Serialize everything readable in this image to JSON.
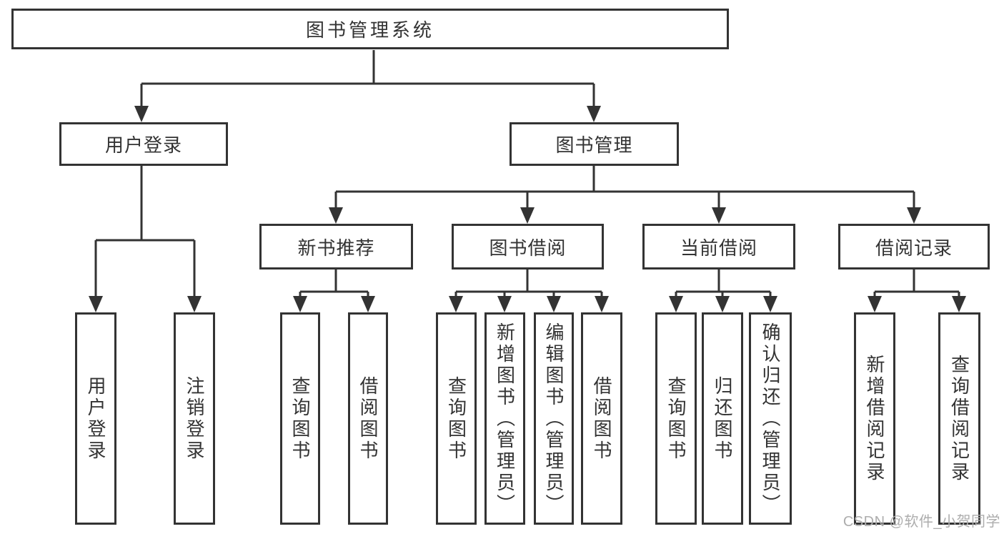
{
  "tree": {
    "label": "图书管理系统",
    "children": [
      {
        "label": "用户登录",
        "children": [
          {
            "label": "用户登录"
          },
          {
            "label": "注销登录"
          }
        ]
      },
      {
        "label": "图书管理",
        "children": [
          {
            "label": "新书推荐",
            "children": [
              {
                "label": "查询图书"
              },
              {
                "label": "借阅图书"
              }
            ]
          },
          {
            "label": "图书借阅",
            "children": [
              {
                "label": "查询图书"
              },
              {
                "label": "新增图书（管理员）"
              },
              {
                "label": "编辑图书（管理员）"
              },
              {
                "label": "借阅图书"
              }
            ]
          },
          {
            "label": "当前借阅",
            "children": [
              {
                "label": "查询图书"
              },
              {
                "label": "归还图书"
              },
              {
                "label": "确认归还（管理员）"
              }
            ]
          },
          {
            "label": "借阅记录",
            "children": [
              {
                "label": "新增借阅记录"
              },
              {
                "label": "查询借阅记录"
              }
            ]
          }
        ]
      }
    ]
  },
  "watermark": "CSDN @软件_小贺同学",
  "colors": {
    "line": "#333333",
    "text": "#333333",
    "watermark": "#adadad",
    "background": "#ffffff"
  }
}
